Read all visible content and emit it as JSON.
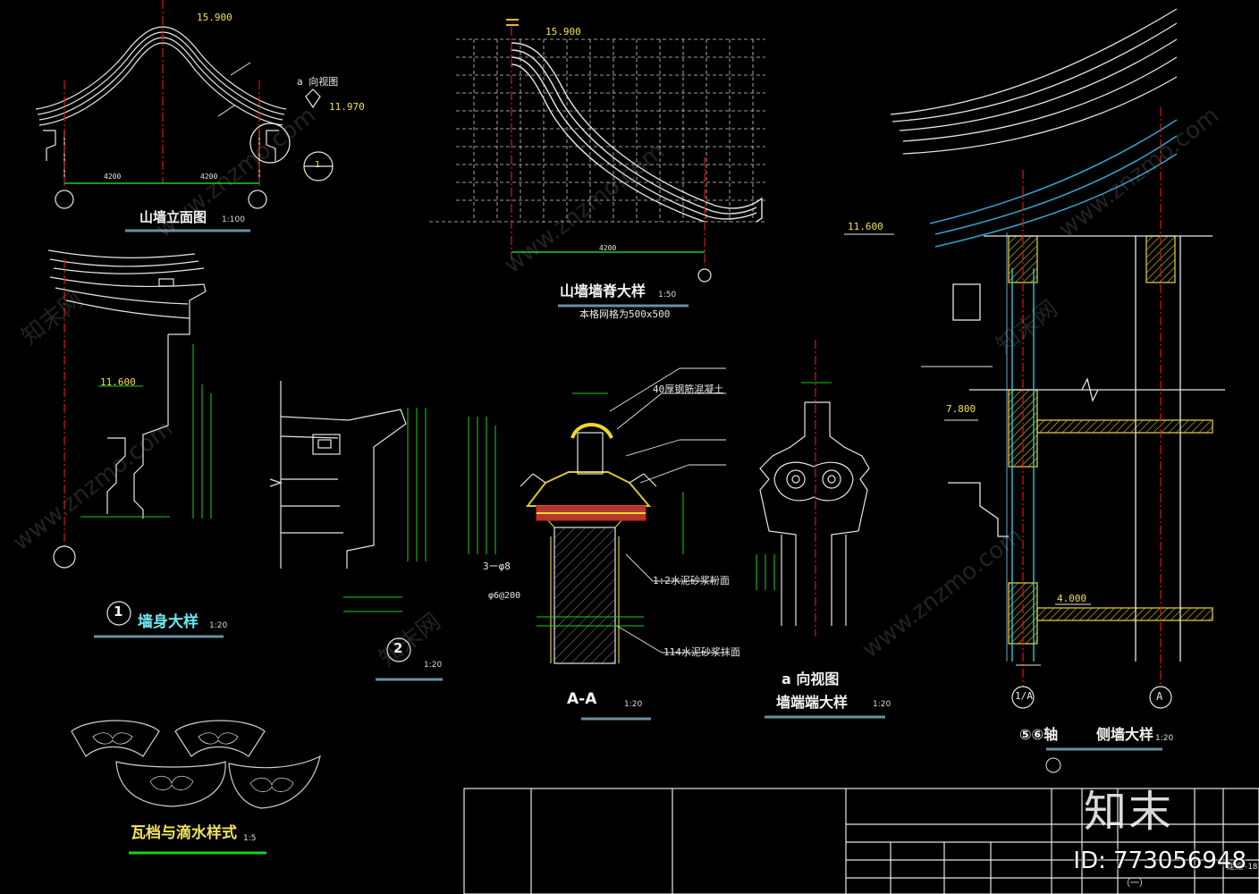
{
  "dims": {
    "gable_top": "15.900",
    "a_view_label": "a 向视图",
    "gable_mid": "11.970",
    "gable_span_left": "4200",
    "gable_span_right": "4200",
    "ridge_top": "15.900",
    "ridge_span": "4200",
    "detail1_level": "11.600",
    "right_level_top": "11.600",
    "right_level_mid": "7.800",
    "right_level_low": "4.000",
    "aa_lbl_40": "40厚钢筋混凝土",
    "aa_lbl_3": "3ーφ8",
    "aa_lbl_6": "φ6@200",
    "aa_lbl_12": "1:2水泥砂浆粉面",
    "aa_lbl_114": "114水泥砂浆抹面"
  },
  "titles": {
    "gable_elevation": "山墙立面图",
    "gable_elevation_scale": "1:100",
    "ridge_detail": "山墙墙脊大样",
    "ridge_detail_scale": "1:50",
    "ridge_grid_note": "本格网格为500x500",
    "wall_detail_num": "1",
    "wall_detail": "墙身大样",
    "wall_detail_scale": "1:20",
    "detail2_num": "2",
    "detail2_scale": "1:20",
    "aa_section": "A-A",
    "aa_scale": "1:20",
    "a_view": "a 向视图",
    "wall_end": "墙端端大样",
    "wall_end_scale": "1:20",
    "side_wall_axes": "⑤⑥轴",
    "side_wall": "侧墙大样",
    "side_wall_scale": "1:20",
    "eave_tile": "瓦档与滴水样式",
    "eave_tile_scale": "1:5",
    "axis_a1": "1/A",
    "axis_a": "A",
    "callout_1": "1"
  },
  "titleblock": {
    "drawing_no": "建施-18",
    "bracket": "（一）"
  },
  "watermark": {
    "site": "www.znzmo.com",
    "brand": "知末网",
    "logo": "知末",
    "id_text": "ID: 773056948"
  },
  "colors": {
    "background": "#000000",
    "line_white": "#e6e6e6",
    "axis_red": "#d11919",
    "dim_green": "#19d219",
    "text_yellow": "#f2e14a",
    "cyan": "#33d6e6",
    "hatch_yellow": "#d9c833"
  }
}
